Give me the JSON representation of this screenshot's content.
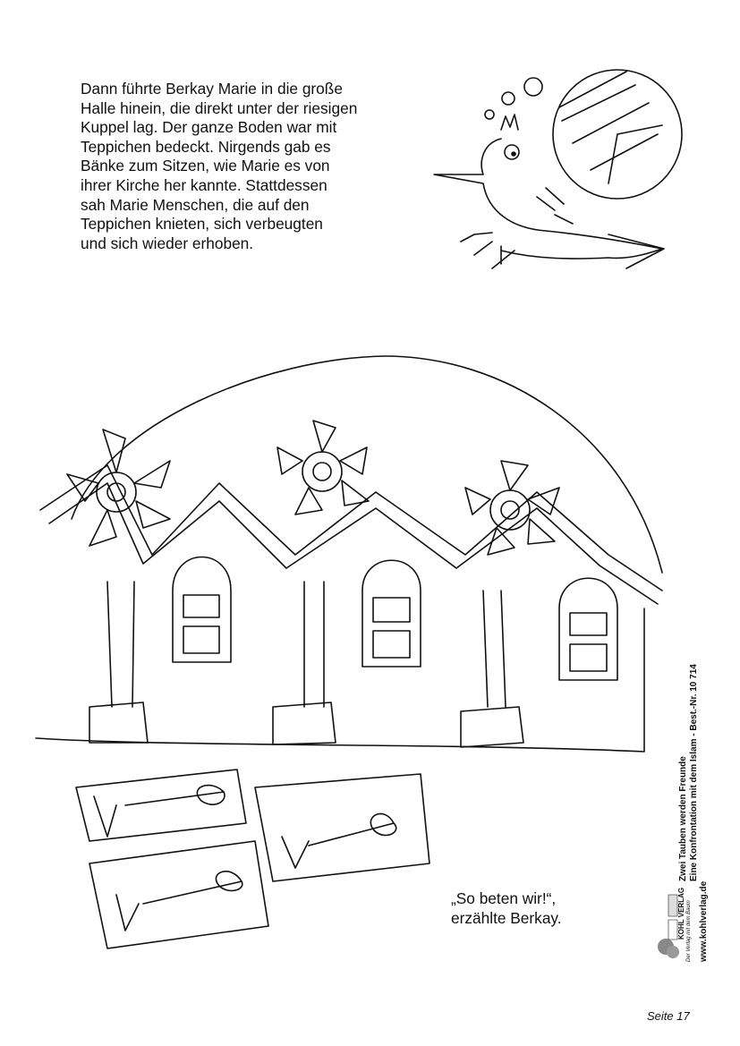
{
  "story": {
    "lines": [
      "Dann führte Berkay Marie in die große",
      "Halle hinein, die direkt unter der riesigen",
      "Kuppel lag. Der ganze Boden war mit",
      "Teppichen bedeckt. Nirgends gab es",
      "Bänke zum Sitzen, wie Marie es von",
      "ihrer Kirche her kannte. Stattdessen",
      "sah Marie Menschen, die auf den",
      "Teppichen knieten, sich verbeugten",
      "und sich wieder erhoben."
    ]
  },
  "quote": {
    "lines": [
      "„So beten wir!“,",
      "erzählte Berkay."
    ]
  },
  "sidebar": {
    "title": "Zwei Tauben werden Freunde",
    "subtitle": "Eine Konfrontation mit dem Islam  -  Best.-Nr. 10 714",
    "website": "www.kohlverlag.de",
    "logo_text": "KOHL VERLAG",
    "logo_tagline": "Der Verlag mit dem Baum"
  },
  "footer": {
    "page": "Seite 17"
  }
}
